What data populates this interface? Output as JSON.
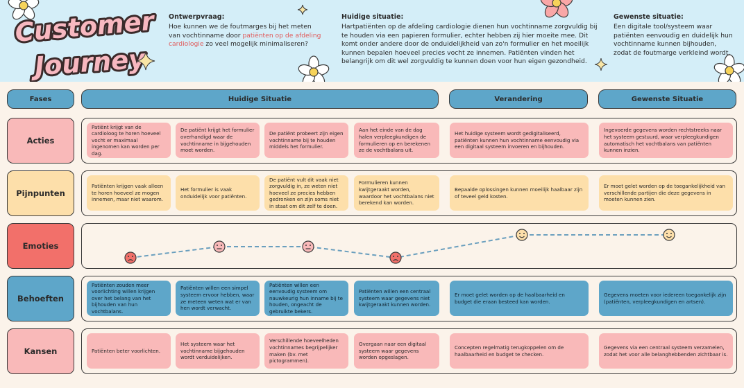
{
  "title": {
    "line1": "Customer",
    "line2": "Journey"
  },
  "ontwerpvraag": {
    "heading": "Ontwerpvraag:",
    "pre": "Hoe kunnen we de foutmarges bij het meten van vochtinname door ",
    "highlight": "patiënten op de afdeling cardiologie",
    "post": " zo veel mogelijk minimaliseren?"
  },
  "huidige": {
    "heading": "Huidige situatie:",
    "text": "Hartpatiënten op de afdeling cardiologie dienen hun vochtinname zorgvuldig bij te houden via een papieren formulier, echter hebben zij hier moeite mee. Dit komt onder andere door de onduidelijkheid van zo'n formulier en het moeilijk kunnen bepalen hoeveel precies vocht ze innemen. Patiënten vinden het belangrijk om dit wel zorgvuldig te kunnen doen voor hun eigen gezondheid."
  },
  "gewenste": {
    "heading": "Gewenste situatie:",
    "text": "Een digitale tool/systeem waar patiënten eenvoudig en duidelijk hun vochtinname kunnen bijhouden, zodat de foutmarge verkleind wordt."
  },
  "phases": {
    "label": "Fases",
    "huidig": "Huidige Situatie",
    "verandering": "Verandering",
    "gewenst": "Gewenste Situatie"
  },
  "rows": {
    "acties": {
      "label": "Acties",
      "cards": [
        "Patiënt krijgt van de cardioloog te horen hoeveel vocht er maximaal ingenomen kan worden per dag.",
        "De patiënt krijgt het formulier overhandigd waar de vochtinname in bijgehouden moet worden.",
        "De patiënt probeert zijn eigen vochtinname bij te houden middels het formulier.",
        "Aan het einde van de dag halen verpleegkundigen de formulieren op en berekenen ze de vochtbalans uit.",
        "Het huidige systeem wordt gedigitaliseerd, patiënten kunnen hun vochtinname eenvoudig via een digitaal systeem invoeren en bijhouden.",
        "Ingevoerde gegevens worden rechtstreeks naar het systeem gestuurd, waar verpleegkundigen automatisch het vochtbalans van patiënten kunnen inzien."
      ]
    },
    "pijnpunten": {
      "label": "Pijnpunten",
      "cards": [
        "Patiënten krijgen vaak alleen te horen hoeveel ze mogen innemen, maar niet waarom.",
        "Het formulier is vaak onduidelijk voor patiënten.",
        "De patiënt vult dit vaak niet zorgvuldig in, ze weten niet hoeveel ze precies hebben gedronken en zijn soms niet in staat om dit zelf te doen.",
        "Formulieren kunnen kwijtgeraakt worden, waardoor het vochtbalans niet berekend kan worden.",
        "Bepaalde oplossingen kunnen moeilijk haalbaar zijn of teveel geld kosten.",
        "Er moet gelet worden op de toegankelijkheid van verschillende partijen die deze gegevens in moeten kunnen zien."
      ]
    },
    "emoties": {
      "label": "Emoties",
      "levels": [
        1,
        2,
        2,
        1,
        3,
        3
      ],
      "faces": [
        "sad",
        "neutral",
        "neutral",
        "sad",
        "happy",
        "happy"
      ]
    },
    "behoeften": {
      "label": "Behoeften",
      "cards": [
        "Patiënten zouden meer voorlichting willen krijgen over het belang van het bijhouden van hun vochtbalans.",
        "Patiënten willen een simpel systeem ervoor hebben, waar ze meteen weten wat er van hen wordt verwacht.",
        "Patiënten willen een eenvoudig systeem om nauwkeurig hun inname bij te houden, ongeacht de gebruikte bekers.",
        "Patiënten willen een centraal systeem waar gegevens niet kwijtgeraakt kunnen worden.",
        "Er moet gelet worden op de haalbaarheid en budget die eraan besteed kan worden.",
        "Gegevens moeten voor iedereen toegankelijk zijn (patiënten, verpleegkundigen en artsen)."
      ]
    },
    "kansen": {
      "label": "Kansen",
      "cards": [
        "Patiënten beter voorlichten.",
        "Het systeem waar het vochtinname bijgehouden wordt verduidelijken.",
        "Verschillende hoeveelheden vochtinnames begrijpelijker maken (bv. met pictogrammen).",
        "Overgaan naar een digitaal systeem waar gegevens worden opgeslagen.",
        "Concepten regelmatig terugkoppelen om de haalbaarheid en budget te checken.",
        "Gegevens via een centraal systeem verzamelen, zodat het voor alle belanghebbenden zichtbaar is."
      ]
    }
  },
  "colors": {
    "bg": "#d4eef8",
    "board": "#fbf3ea",
    "blue": "#5ea6c9",
    "pink": "#f9b9b9",
    "yellow": "#fddfaa",
    "red": "#f2706a",
    "title_pink": "#f7b8c0"
  }
}
